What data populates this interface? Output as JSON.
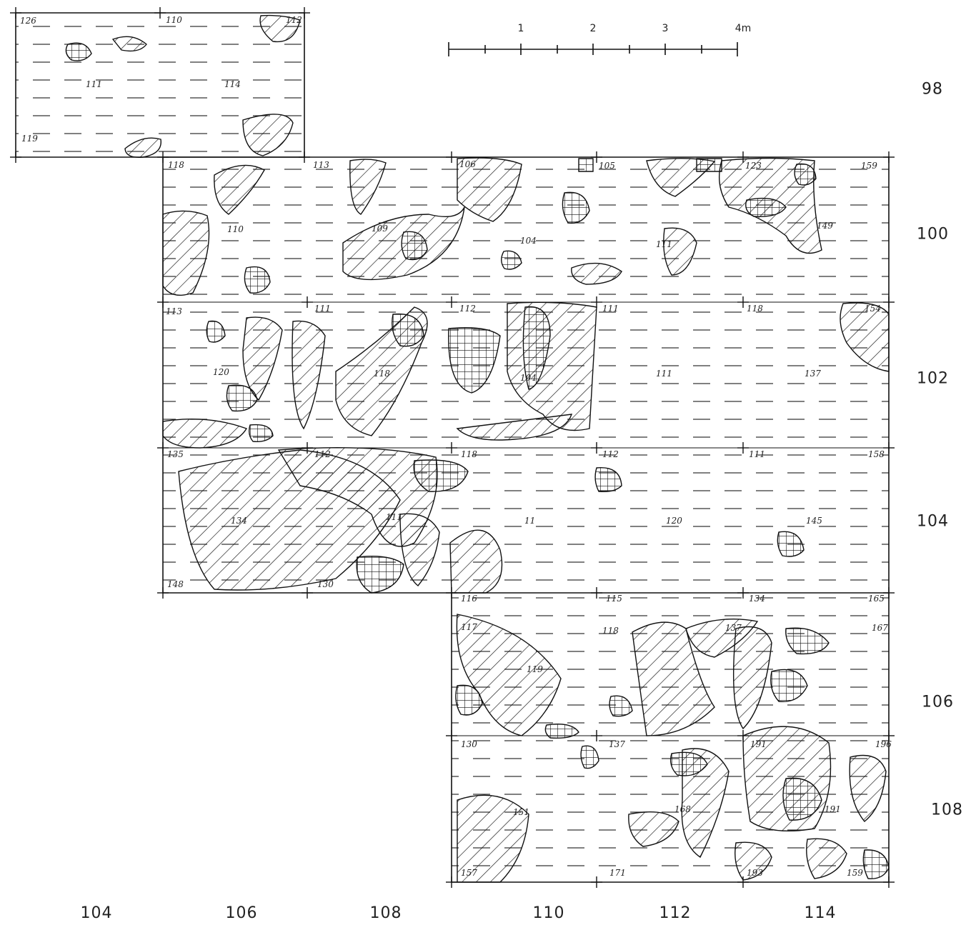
{
  "scale_bar": {
    "ticks": [
      "1",
      "2",
      "3",
      "4m"
    ]
  },
  "x_axis_labels": [
    "104",
    "106",
    "108",
    "110",
    "112",
    "114"
  ],
  "y_axis_labels": [
    "98",
    "100",
    "102",
    "104",
    "106",
    "108"
  ],
  "elevations": [
    "126",
    "110",
    "112",
    "111",
    "114",
    "119",
    "118",
    "113",
    "106",
    "105",
    "123",
    "159",
    "110",
    "109",
    "104",
    "111",
    "149",
    "113",
    "111",
    "112",
    "111",
    "118",
    "154",
    "120",
    "118",
    "104",
    "111",
    "137",
    "135",
    "112",
    "118",
    "112",
    "111",
    "158",
    "134",
    "111",
    "11",
    "120",
    "145",
    "148",
    "130",
    "116",
    "115",
    "134",
    "165",
    "117",
    "118",
    "137",
    "167",
    "119",
    "130",
    "137",
    "191",
    "196",
    "151",
    "168",
    "191",
    "157",
    "171",
    "193",
    "159"
  ]
}
